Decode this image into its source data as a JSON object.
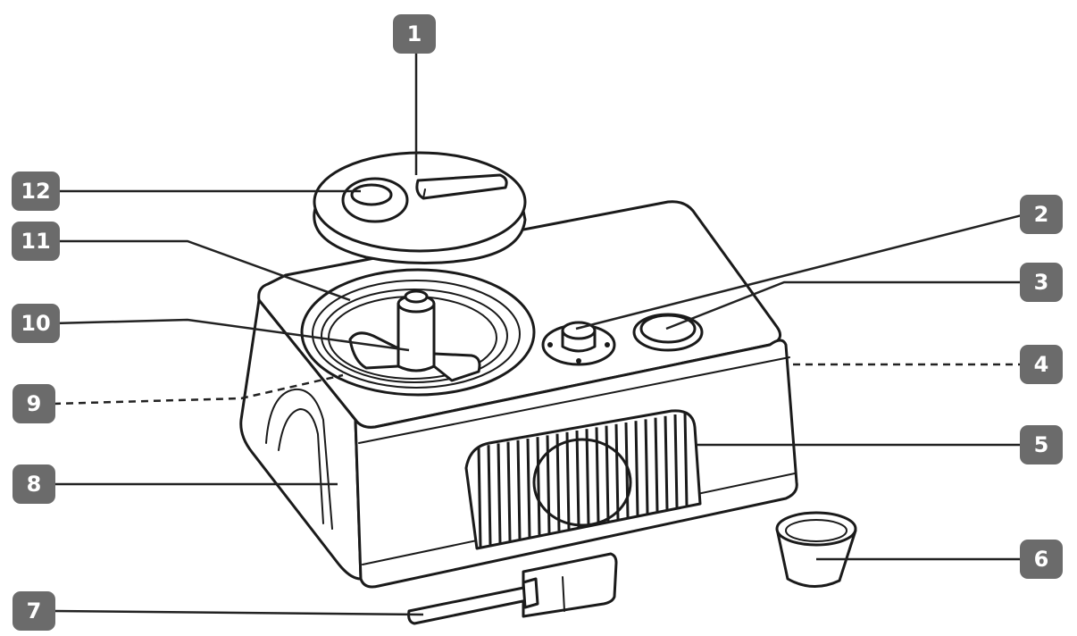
{
  "callouts": [
    {
      "id": "c1",
      "number": "1"
    },
    {
      "id": "c2",
      "number": "2"
    },
    {
      "id": "c3",
      "number": "3"
    },
    {
      "id": "c4",
      "number": "4"
    },
    {
      "id": "c5",
      "number": "5"
    },
    {
      "id": "c6",
      "number": "6"
    },
    {
      "id": "c7",
      "number": "7"
    },
    {
      "id": "c8",
      "number": "8"
    },
    {
      "id": "c9",
      "number": "9"
    },
    {
      "id": "c10",
      "number": "10"
    },
    {
      "id": "c11",
      "number": "11"
    },
    {
      "id": "c12",
      "number": "12"
    }
  ],
  "colors": {
    "line": "#1a1a1a",
    "badge": "#6b6b6b",
    "badge_text": "#ffffff",
    "background": "#ffffff"
  }
}
